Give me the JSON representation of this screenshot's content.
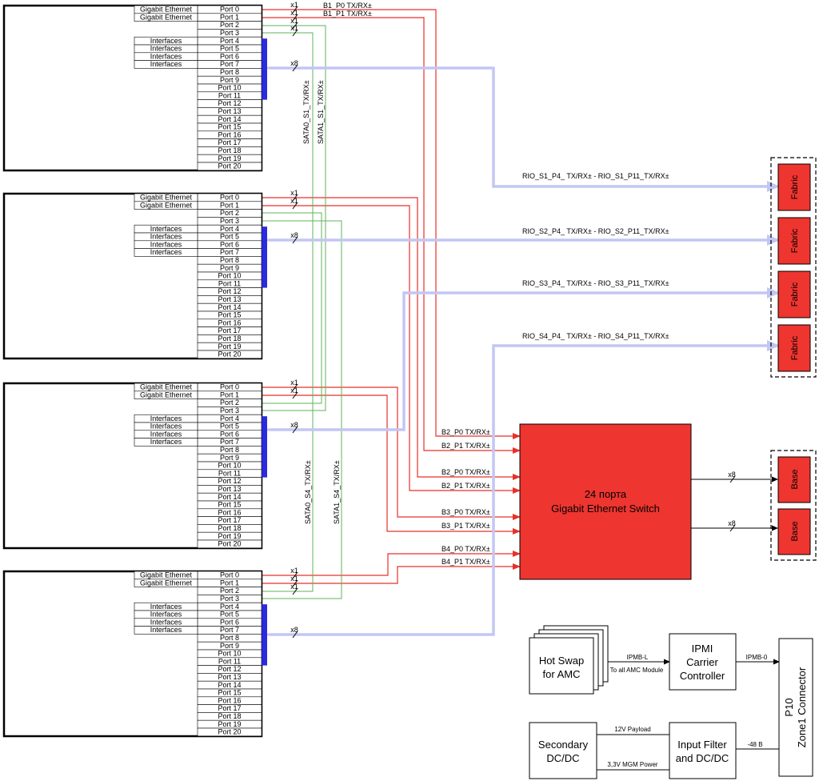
{
  "modules": [
    {
      "ports": [
        "Port 0",
        "Port 1",
        "Port 2",
        "Port 3",
        "Port 4",
        "Port 5",
        "Port 6",
        "Port 7",
        "Port 8",
        "Port 9",
        "Port 10",
        "Port 11",
        "Port 12",
        "Port 13",
        "Port 14",
        "Port 15",
        "Port 16",
        "Port 17",
        "Port 18",
        "Port 19",
        "Port 20"
      ],
      "left_labels": [
        "Gigabit Ethernet",
        "Gigabit Ethernet",
        "",
        "",
        "Interfaces",
        "Interfaces",
        "Interfaces",
        "Interfaces"
      ]
    },
    {
      "ports": [
        "Port 0",
        "Port 1",
        "Port 2",
        "Port 3",
        "Port 4",
        "Port 5",
        "Port 6",
        "Port 7",
        "Port 8",
        "Port 9",
        "Port 10",
        "Port 11",
        "Port 12",
        "Port 13",
        "Port 14",
        "Port 15",
        "Port 16",
        "Port 17",
        "Port 18",
        "Port 19",
        "Port 20"
      ],
      "left_labels": [
        "Gigabit Ethernet",
        "Gigabit Ethernet",
        "",
        "",
        "Interfaces",
        "Interfaces",
        "Interfaces",
        "Interfaces"
      ]
    },
    {
      "ports": [
        "Port 0",
        "Port 1",
        "Port 2",
        "Port 3",
        "Port 4",
        "Port 5",
        "Port 6",
        "Port 7",
        "Port 8",
        "Port 9",
        "Port 10",
        "Port 11",
        "Port 12",
        "Port 13",
        "Port 14",
        "Port 15",
        "Port 16",
        "Port 17",
        "Port 18",
        "Port 19",
        "Port 20"
      ],
      "left_labels": [
        "Gigabit Ethernet",
        "Gigabit Ethernet",
        "",
        "",
        "Interfaces",
        "Interfaces",
        "Interfaces",
        "Interfaces"
      ]
    },
    {
      "ports": [
        "Port 0",
        "Port 1",
        "Port 2",
        "Port 3",
        "Port 4",
        "Port 5",
        "Port 6",
        "Port 7",
        "Port 8",
        "Port 9",
        "Port 10",
        "Port 11",
        "Port 12",
        "Port 13",
        "Port 14",
        "Port 15",
        "Port 16",
        "Port 17",
        "Port 18",
        "Port 19",
        "Port 20"
      ],
      "left_labels": [
        "Gigabit Ethernet",
        "Gigabit Ethernet",
        "",
        "",
        "Interfaces",
        "Interfaces",
        "Interfaces",
        "Interfaces"
      ]
    }
  ],
  "multiplicity": {
    "x1": "x1",
    "x8": "x8"
  },
  "signals": {
    "b1_p0": "B1_P0 TX/RX±",
    "b1_p1": "B1_P1 TX/RX±",
    "b2_p0": "B2_P0 TX/RX±",
    "b2_p1": "B2_P1 TX/RX±",
    "b2_p0_b": "B2_P0 TX/RX±",
    "b2_p1_b": "B2_P1 TX/RX±",
    "b3_p0": "B3_P0 TX/RX±",
    "b3_p1": "B3_P1 TX/RX±",
    "b4_p0": "B4_P0 TX/RX±",
    "b4_p1": "B4_P1 TX/RX±",
    "sata0_s1": "SATA0_S1_TX/RX±",
    "sata1_s1": "SATA1_S1_TX/RX±",
    "sata0_s4": "SATA0_S4_TX/RX±",
    "sata1_s4": "SATA1_S4_TX/RX±",
    "rio_s1": "RIO_S1_P4_ TX/RX± - RIO_S1_P11_TX/RX±",
    "rio_s2": "RIO_S2_P4_ TX/RX± - RIO_S2_P11_TX/RX±",
    "rio_s3": "RIO_S3_P4_ TX/RX± - RIO_S3_P11_TX/RX±",
    "rio_s4": "RIO_S4_P4_ TX/RX± - RIO_S4_P11_TX/RX±"
  },
  "switch": {
    "line1": "24 порта",
    "line2": "Gigabit Ethernet Switch"
  },
  "fabric": [
    "Fabric",
    "Fabric",
    "Fabric",
    "Fabric"
  ],
  "base": [
    "Base",
    "Base"
  ],
  "hotswap": {
    "line1": "Hot Swap",
    "line2": "for AMC"
  },
  "ipmi": {
    "line1": "IPMI",
    "line2": "Carrier",
    "line3": "Controller"
  },
  "ipmb_l": "IPMB-L",
  "ipmb_0": "IPMB-0",
  "to_all_amc": "To all AMC Module",
  "p10": {
    "line1": "P10",
    "line2": "Zone1 Connector"
  },
  "secondary": {
    "line1": "Secondary",
    "line2": "DC/DC"
  },
  "input_filter": {
    "line1": "Input Filter",
    "line2": "and DC/DC"
  },
  "payload_12v": "12V Payload",
  "mgm_power": "3,3V MGM Power",
  "minus48": "-48 B",
  "colors": {
    "red": "#e8302a",
    "green": "#5fb35a",
    "lavender": "#c3c6f3",
    "blue_bar": "#2a2ae0",
    "fill_red": "#ee3530"
  }
}
